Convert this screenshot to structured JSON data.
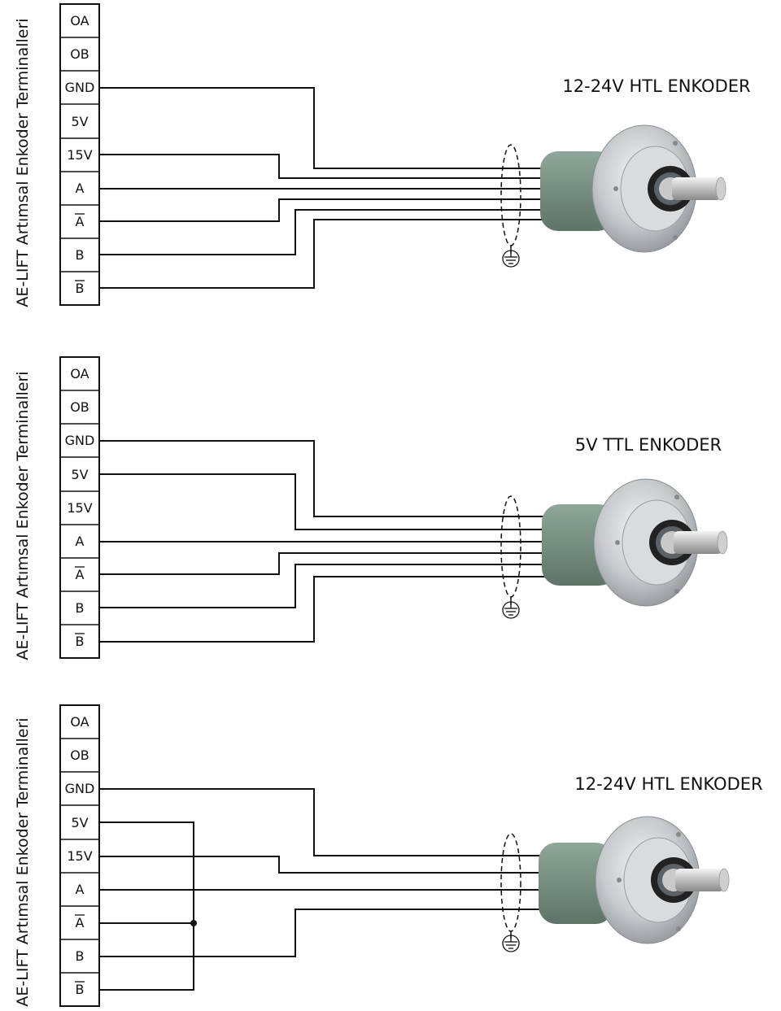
{
  "panels": [
    {
      "side_label": "AE-LIFT Artımsal Enkoder Terminalleri",
      "encoder_title": "12-24V HTL ENKODER",
      "terminals": [
        "OA",
        "OB",
        "GND",
        "5V",
        "15V",
        "A",
        "A",
        "B",
        "B"
      ]
    },
    {
      "side_label": "AE-LIFT Artımsal Enkoder Terminalleri",
      "encoder_title": "5V TTL ENKODER",
      "terminals": [
        "OA",
        "OB",
        "GND",
        "5V",
        "15V",
        "A",
        "A",
        "B",
        "B"
      ]
    },
    {
      "side_label": "AE-LIFT Artımsal Enkoder Terminalleri",
      "encoder_title": "12-24V HTL ENKODER",
      "terminals": [
        "OA",
        "OB",
        "GND",
        "5V",
        "15V",
        "A",
        "A",
        "B",
        "B"
      ]
    }
  ],
  "colors": {
    "wire": "#111111",
    "encoder_body": "#7d9488",
    "encoder_flange": "#c9ccce",
    "shaft": "#d8d8d8"
  }
}
